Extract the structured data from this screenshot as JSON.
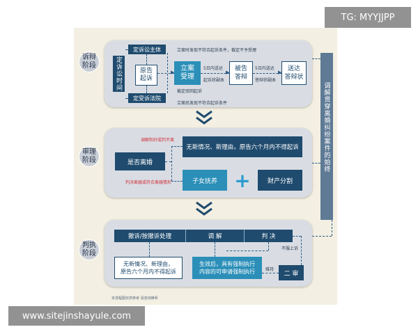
{
  "watermark_top": "TG: MYYJJPP",
  "watermark_bottom": "www.sitejinshayule.com",
  "side_note": "调解贯穿离婚纠纷案件的始终",
  "stage1": {
    "label": "诉辩\n阶段",
    "box_side": "定诉讼时间",
    "box_subject": "定诉讼主体",
    "box_court": "定受诉法院",
    "box_plaintiff": "原告\n起诉",
    "box_filing": "立案\n受理",
    "box_defendant": "被告\n答辩",
    "box_serve": "送达\n答辩状",
    "note_not_filed": "立案时发现不符合起诉条件，裁定不予受理",
    "note_dismiss": "裁定驳回起诉",
    "note_after_filing": "立案后发现不符合起诉条件",
    "note_5days_1": "5日内送达",
    "note_copy_1": "起诉状副本",
    "note_5days_2": "5日内送达",
    "note_copy_2": "答辩状副本"
  },
  "stage2": {
    "label": "审理\n阶段",
    "mediation_fail": "调解和好或判不离",
    "divorce_q": "是否离婚",
    "no_new": "无新情况、新理由，原告六个月内不得起诉",
    "divorce_yes": "判决离婚或符合离婚情形",
    "child": "子女抚养",
    "plus": "+",
    "property": "财产分割"
  },
  "stage3": {
    "label": "判执\n阶段",
    "withdraw": "撤诉/按撤诉处理",
    "mediate": "调  解",
    "judgment": "判  决",
    "no_appeal": "不服上诉",
    "no_new2": "无新情况、新理由，\n原告六个月内不得起诉",
    "effective": "生效后，具有强制执行\n内容的可申请强制执行",
    "uphold": "维持",
    "second": "二 审",
    "footer": "本流程图仅供参考 请咨询律师"
  }
}
